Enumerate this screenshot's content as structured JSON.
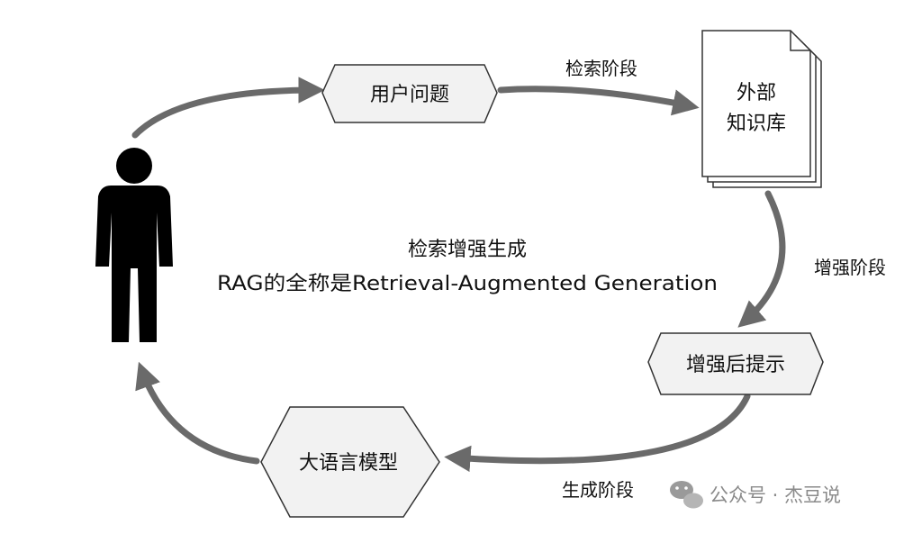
{
  "nodes": {
    "user_question": "用户问题",
    "knowledge_base_line1": "外部",
    "knowledge_base_line2": "知识库",
    "enhanced_prompt": "增强后提示",
    "llm": "大语言模型"
  },
  "edges": {
    "retrieval_stage": "检索阶段",
    "augmentation_stage": "增强阶段",
    "generation_stage": "生成阶段"
  },
  "center": {
    "title": "检索增强生成",
    "subtitle": "RAG的全称是Retrieval-Augmented Generation"
  },
  "watermark": {
    "text": "公众号 · 杰豆说",
    "icon": "wechat-icon"
  },
  "colors": {
    "arrow": "#6a6a6a",
    "person": "#000000",
    "node_border": "#333333",
    "node_fill": "#f2f2f2"
  }
}
